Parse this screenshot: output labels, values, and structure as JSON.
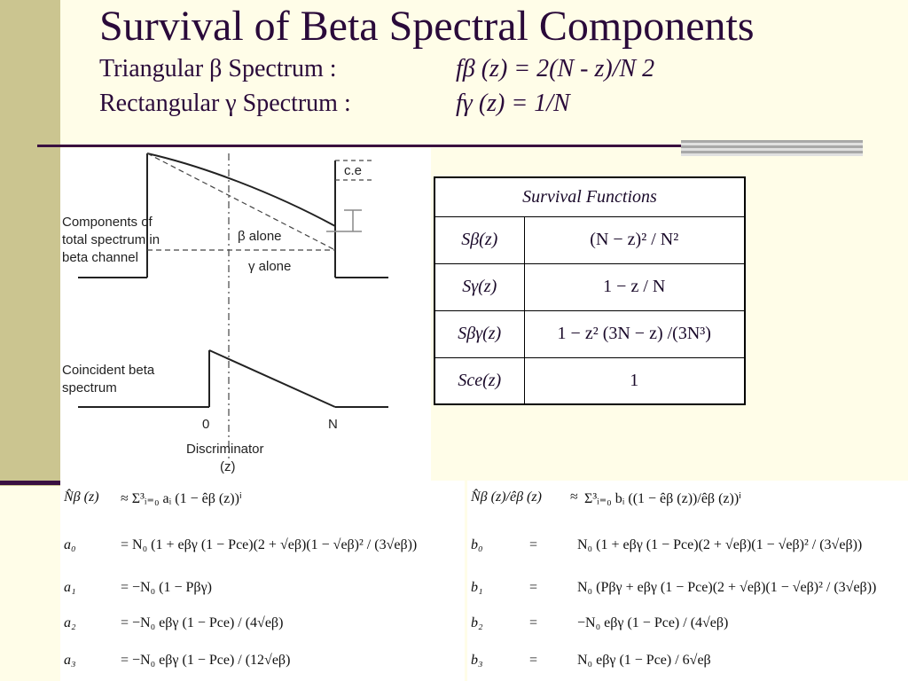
{
  "slide": {
    "title": "Survival of Beta Spectral Components",
    "line1_label": "Triangular β Spectrum :",
    "line1_formula": "fβ (z) = 2(N - z)/N 2",
    "line2_label": "Rectangular γ Spectrum :",
    "line2_formula": "fγ (z) = 1/N"
  },
  "diagram": {
    "ce_label": "c.e",
    "beta_alone": "β alone",
    "gamma_alone": "γ alone",
    "components_label": [
      "Components of",
      "total spectrum in",
      "beta channel"
    ],
    "coincident_label": [
      "Coincident beta",
      "spectrum"
    ],
    "axis_zero": "0",
    "axis_n": "N",
    "axis_label": [
      "Discriminator",
      "(z)"
    ]
  },
  "survival_table": {
    "header": "Survival Functions",
    "rows": [
      {
        "name": "Sβ(z)",
        "expr": "(N − z)² / N²"
      },
      {
        "name": "Sγ(z)",
        "expr": "1 − z / N"
      },
      {
        "name": "Sβγ(z)",
        "expr": "1 − z² (3N − z) /(3N³)"
      },
      {
        "name": "Sce(z)",
        "expr": "1"
      }
    ]
  },
  "equations_left": [
    {
      "lhs": "N̂β (z)",
      "rhs": "≈ Σ³ᵢ₌₀ aᵢ (1 − êβ (z))ⁱ"
    },
    {
      "lhs": "a₀",
      "rhs": "= N₀ (1 + eβγ (1 − Pce)(2 + √eβ)(1 − √eβ)² / (3√eβ))"
    },
    {
      "lhs": "a₁",
      "rhs": "= −N₀ (1 − Pβγ)"
    },
    {
      "lhs": "a₂",
      "rhs": "= −N₀ eβγ (1 − Pce) / (4√eβ)"
    },
    {
      "lhs": "a₃",
      "rhs": "= −N₀ eβγ (1 − Pce) / (12√eβ)"
    }
  ],
  "equations_right": [
    {
      "lhs": "N̂β (z)/êβ (z)",
      "sym": "≈",
      "rhs": "Σ³ᵢ₌₀ bᵢ ((1 − êβ (z))/êβ (z))ⁱ"
    },
    {
      "lhs": "b₀",
      "sym": "=",
      "rhs": "N₀ (1 + eβγ (1 − Pce)(2 + √eβ)(1 − √eβ)² / (3√eβ))"
    },
    {
      "lhs": "b₁",
      "sym": "=",
      "rhs": "N₀ (Pβγ + eβγ (1 − Pce)(2 + √eβ)(1 − √eβ)² / (3√eβ))"
    },
    {
      "lhs": "b₂",
      "sym": "=",
      "rhs": "−N₀ eβγ (1 − Pce) / (4√eβ)"
    },
    {
      "lhs": "b₃",
      "sym": "=",
      "rhs": "N₀ eβγ (1 − Pce) / 6√eβ"
    }
  ],
  "colors": {
    "background": "#fffde8",
    "sidebar": "#cbc590",
    "title_text": "#2a0a3a",
    "rule": "#3a1040"
  }
}
